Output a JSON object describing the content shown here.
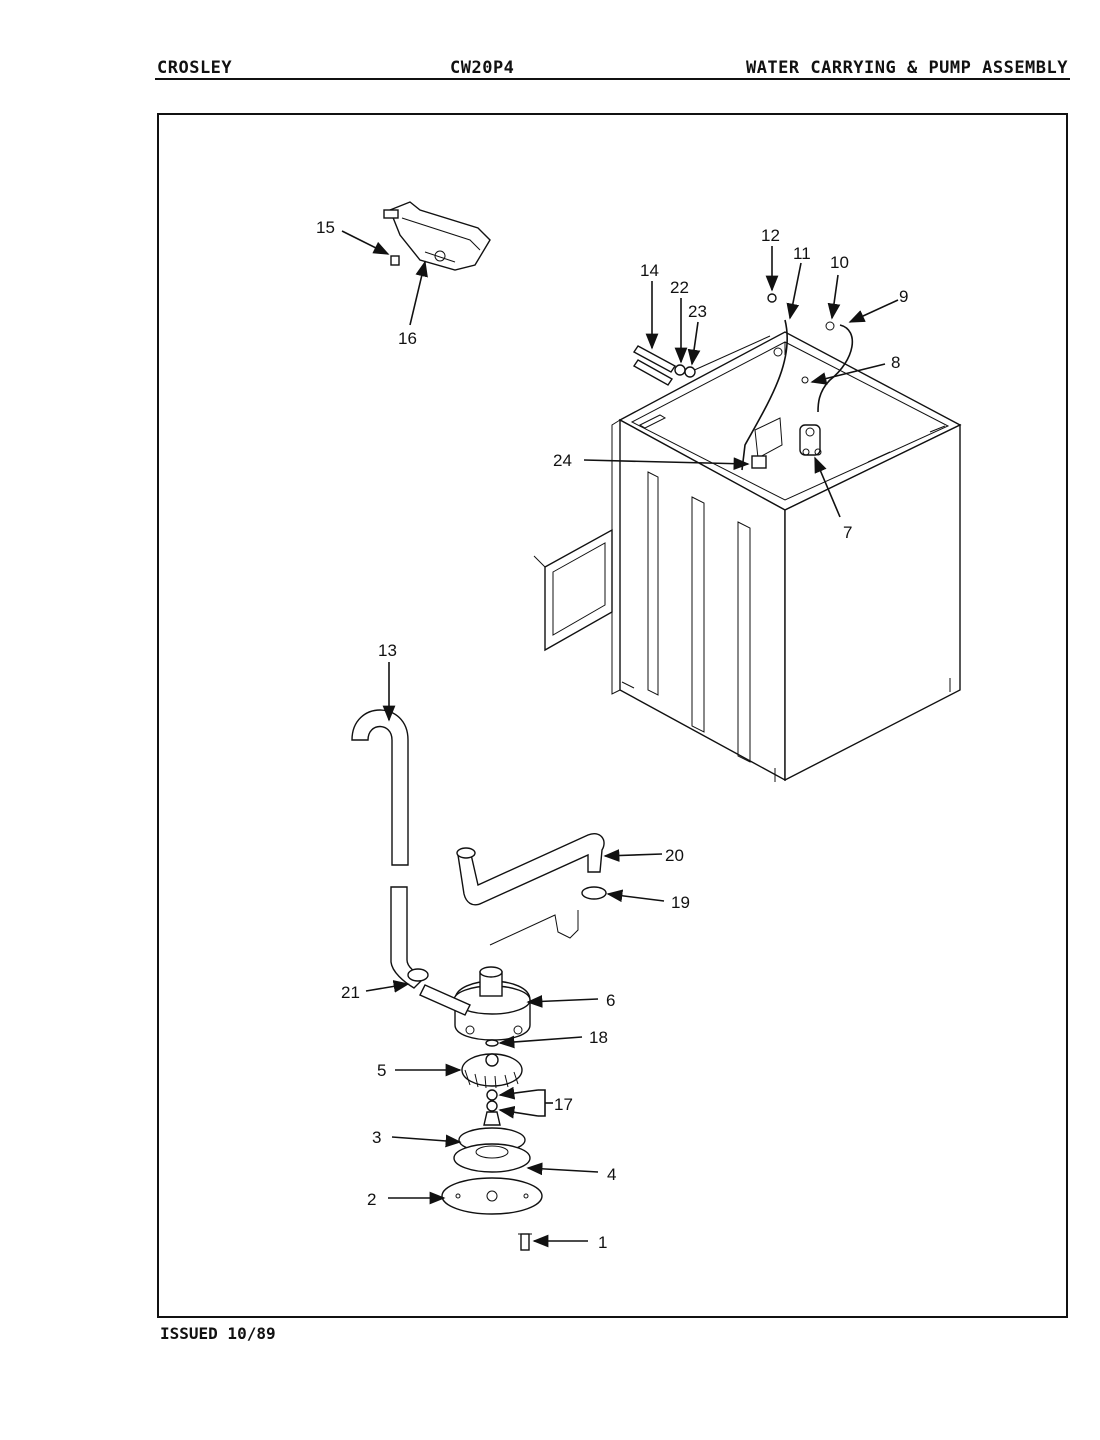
{
  "header": {
    "brand": "CROSLEY",
    "model": "CW20P4",
    "title": "WATER CARRYING & PUMP ASSEMBLY"
  },
  "footer": {
    "issued": "ISSUED 10/89"
  },
  "callouts": [
    {
      "id": "c1",
      "text": "1"
    },
    {
      "id": "c2",
      "text": "2"
    },
    {
      "id": "c3",
      "text": "3"
    },
    {
      "id": "c4",
      "text": "4"
    },
    {
      "id": "c5",
      "text": "5"
    },
    {
      "id": "c6",
      "text": "6"
    },
    {
      "id": "c7",
      "text": "7"
    },
    {
      "id": "c8",
      "text": "8"
    },
    {
      "id": "c9",
      "text": "9"
    },
    {
      "id": "c10",
      "text": "10"
    },
    {
      "id": "c11",
      "text": "11"
    },
    {
      "id": "c12",
      "text": "12"
    },
    {
      "id": "c13",
      "text": "13"
    },
    {
      "id": "c14",
      "text": "14"
    },
    {
      "id": "c15",
      "text": "15"
    },
    {
      "id": "c16",
      "text": "16"
    },
    {
      "id": "c17",
      "text": "17"
    },
    {
      "id": "c18",
      "text": "18"
    },
    {
      "id": "c19",
      "text": "19"
    },
    {
      "id": "c20",
      "text": "20"
    },
    {
      "id": "c21",
      "text": "21"
    },
    {
      "id": "c22",
      "text": "22"
    },
    {
      "id": "c23",
      "text": "23"
    },
    {
      "id": "c24",
      "text": "24"
    }
  ]
}
